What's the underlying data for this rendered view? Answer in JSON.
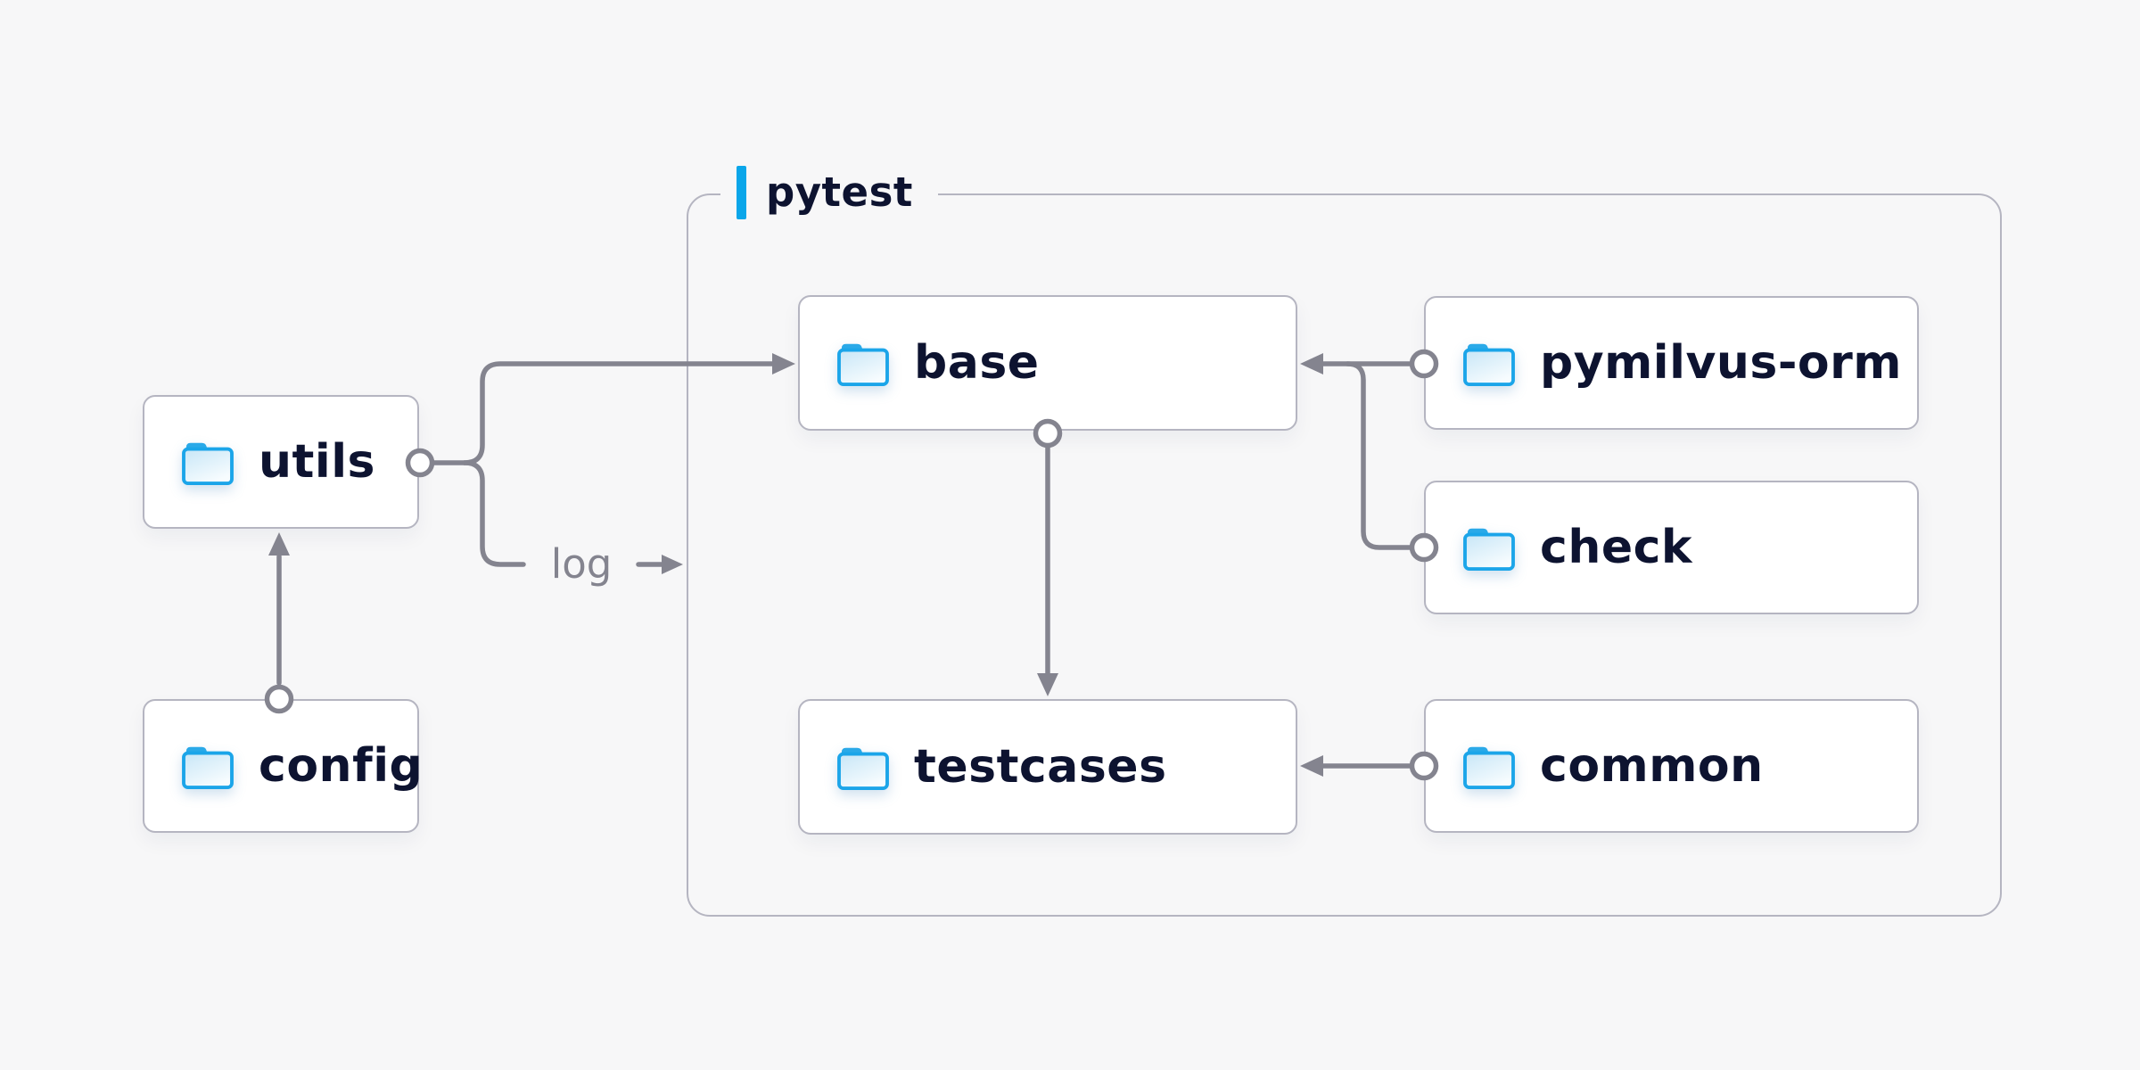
{
  "diagram": {
    "group": {
      "label": "pytest",
      "accent_color": "#0aa6ea"
    },
    "nodes": {
      "utils": {
        "label": "utils"
      },
      "config": {
        "label": "config"
      },
      "base": {
        "label": "base"
      },
      "pymilvus-orm": {
        "label": "pymilvus-orm"
      },
      "check": {
        "label": "check"
      },
      "testcases": {
        "label": "testcases"
      },
      "common": {
        "label": "common"
      }
    },
    "edges": {
      "log_label": "log",
      "connections": [
        {
          "from": "config",
          "to": "utils"
        },
        {
          "from": "utils",
          "to": "base"
        },
        {
          "from": "utils",
          "to": "log"
        },
        {
          "from": "pymilvus-orm",
          "to": "base"
        },
        {
          "from": "check",
          "to": "base"
        },
        {
          "from": "base",
          "to": "testcases"
        },
        {
          "from": "common",
          "to": "testcases"
        }
      ]
    },
    "colors": {
      "background": "#f7f7f8",
      "node_background": "#ffffff",
      "node_border": "#b5b5c1",
      "wire": "#84848f",
      "text": "#0d1330",
      "folder_blue": "#1ba5e9"
    }
  }
}
